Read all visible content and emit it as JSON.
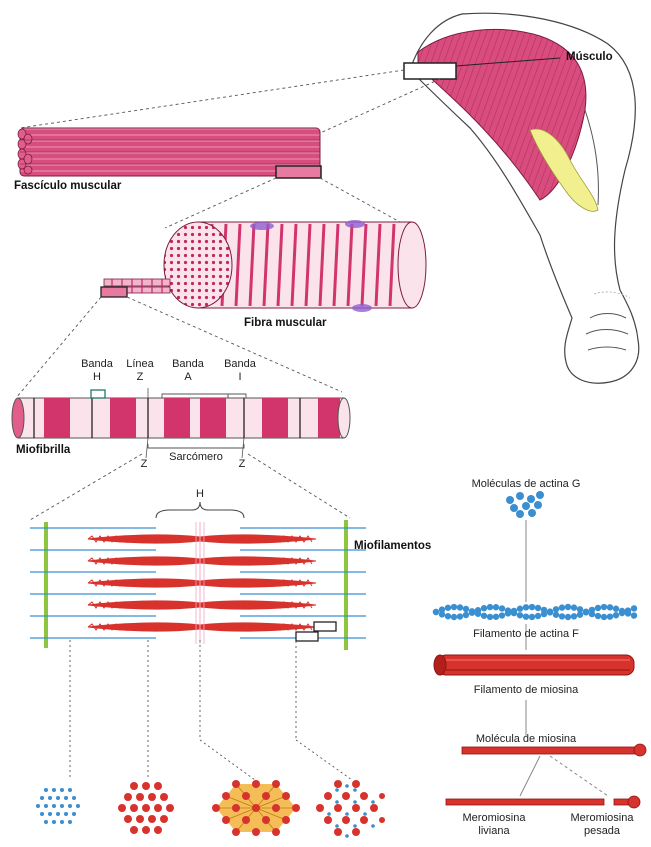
{
  "labels": {
    "musculo": "Músculo",
    "fasciculo": "Fascículo muscular",
    "fibra": "Fibra muscular",
    "banda_h_1": "Banda",
    "banda_h_2": "H",
    "linea_z_1": "Línea",
    "linea_z_2": "Z",
    "banda_a_1": "Banda",
    "banda_a_2": "A",
    "banda_i_1": "Banda",
    "banda_i_2": "I",
    "miofibrilla": "Miofibrilla",
    "z_left": "Z",
    "sarcomero": "Sarcómero",
    "z_right": "Z",
    "h_label": "H",
    "miofilamentos": "Miofilamentos",
    "actina_g": "Moléculas de actina G",
    "actina_f": "Filamento de actina F",
    "filamento_miosina": "Filamento de miosina",
    "molecula_miosina": "Molécula de miosina",
    "meromiosina_liviana_1": "Meromiosina",
    "meromiosina_liviana_2": "liviana",
    "meromiosina_pesada_1": "Meromiosina",
    "meromiosina_pesada_2": "pesada"
  },
  "colors": {
    "muscle_pink": "#d94d7e",
    "band_dark": "#d2356c",
    "myosin_red": "#d8322d",
    "actin_blue": "#3a8fd1",
    "z_green": "#8cc63f",
    "tendon_yellow": "#f2ef8f"
  }
}
